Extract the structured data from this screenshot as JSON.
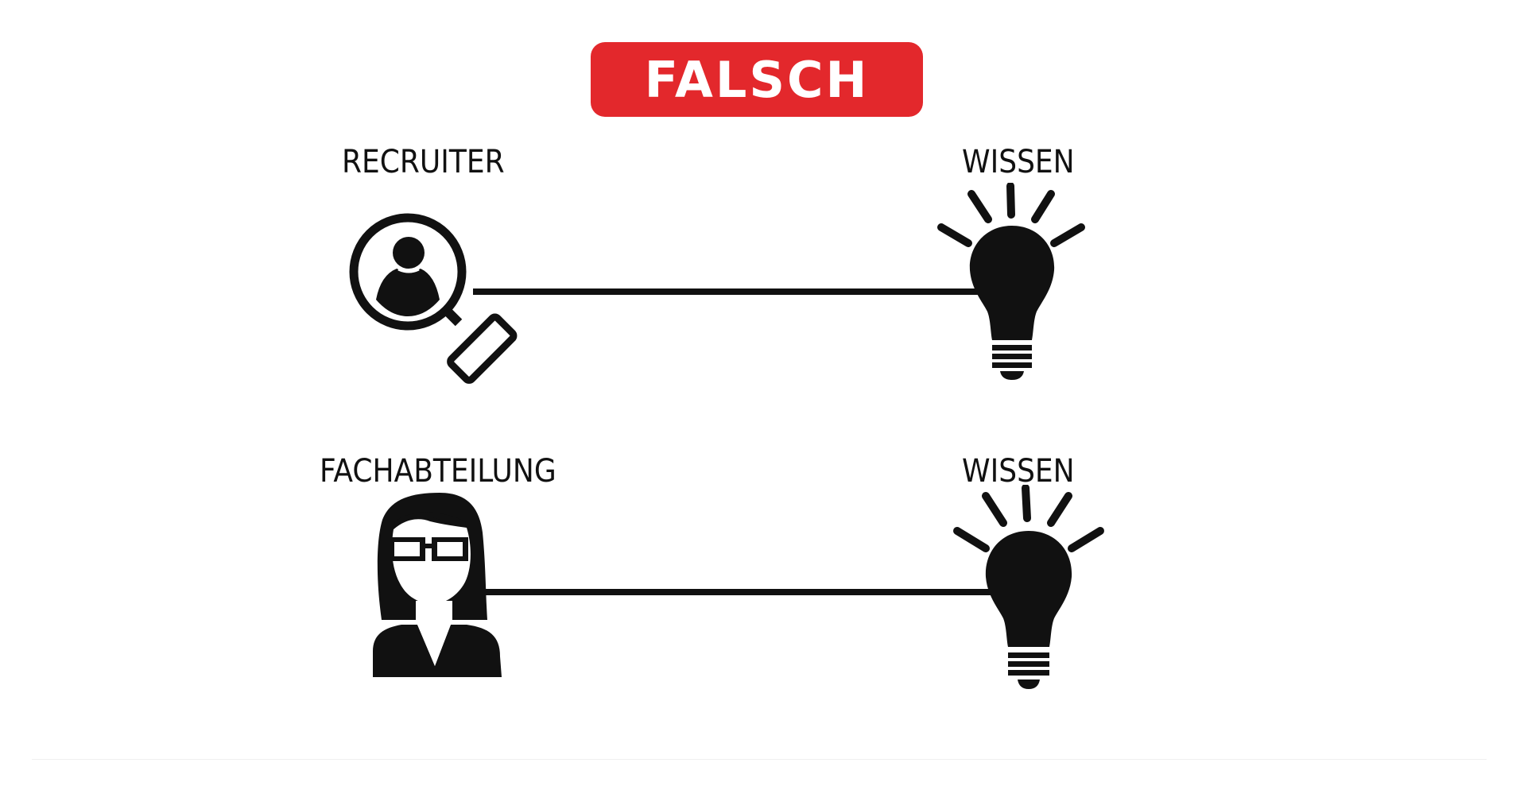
{
  "badge": {
    "text": "FALSCH",
    "color": "#e3282c"
  },
  "rows": [
    {
      "source_label": "RECRUITER",
      "source_icon": "magnifier-person-icon",
      "target_label": "WISSEN",
      "target_icon": "lightbulb-icon"
    },
    {
      "source_label": "FACHABTEILUNG",
      "source_icon": "woman-glasses-icon",
      "target_label": "WISSEN",
      "target_icon": "lightbulb-icon"
    }
  ],
  "colors": {
    "ink": "#111111",
    "background": "#ffffff"
  }
}
